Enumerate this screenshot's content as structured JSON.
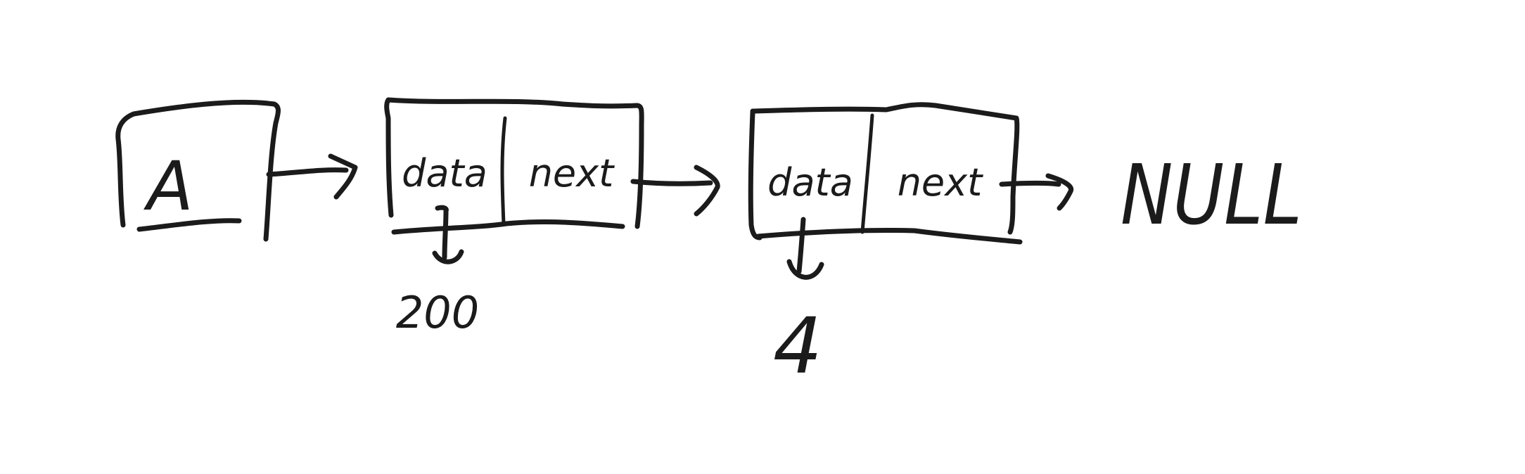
{
  "diagram": {
    "pointer": {
      "label": "A"
    },
    "nodes": [
      {
        "data_label": "data",
        "next_label": "next",
        "value": "200"
      },
      {
        "data_label": "data",
        "next_label": "next",
        "value": "4"
      }
    ],
    "terminal": {
      "label": "NULL"
    },
    "stroke_color": "#1b1b1b",
    "background_color": "#ffffff"
  }
}
